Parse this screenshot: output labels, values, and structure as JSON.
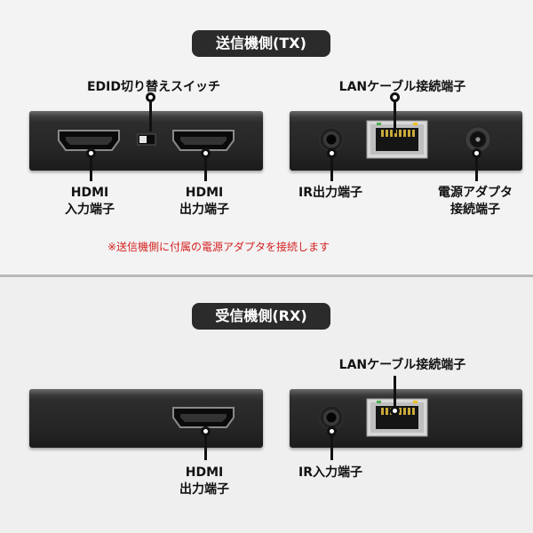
{
  "tx": {
    "title": "送信機側(TX)",
    "edid_switch_label": "EDID切り替えスイッチ",
    "lan_label": "LANケーブル接続端子",
    "hdmi_in_label": [
      "HDMI",
      "入力端子"
    ],
    "hdmi_out_label": [
      "HDMI",
      "出力端子"
    ],
    "ir_out_label": "IR出力端子",
    "power_label": [
      "電源アダプタ",
      "接続端子"
    ],
    "note": "※送信機側に付属の電源アダプタを接続します"
  },
  "rx": {
    "title": "受信機側(RX)",
    "lan_label": "LANケーブル接続端子",
    "hdmi_out_label": [
      "HDMI",
      "出力端子"
    ],
    "ir_in_label": "IR入力端子"
  },
  "colors": {
    "pill_bg": "#2b2b2b",
    "note_text": "#d52121",
    "leader": "#111111",
    "device_body": "#262626"
  }
}
